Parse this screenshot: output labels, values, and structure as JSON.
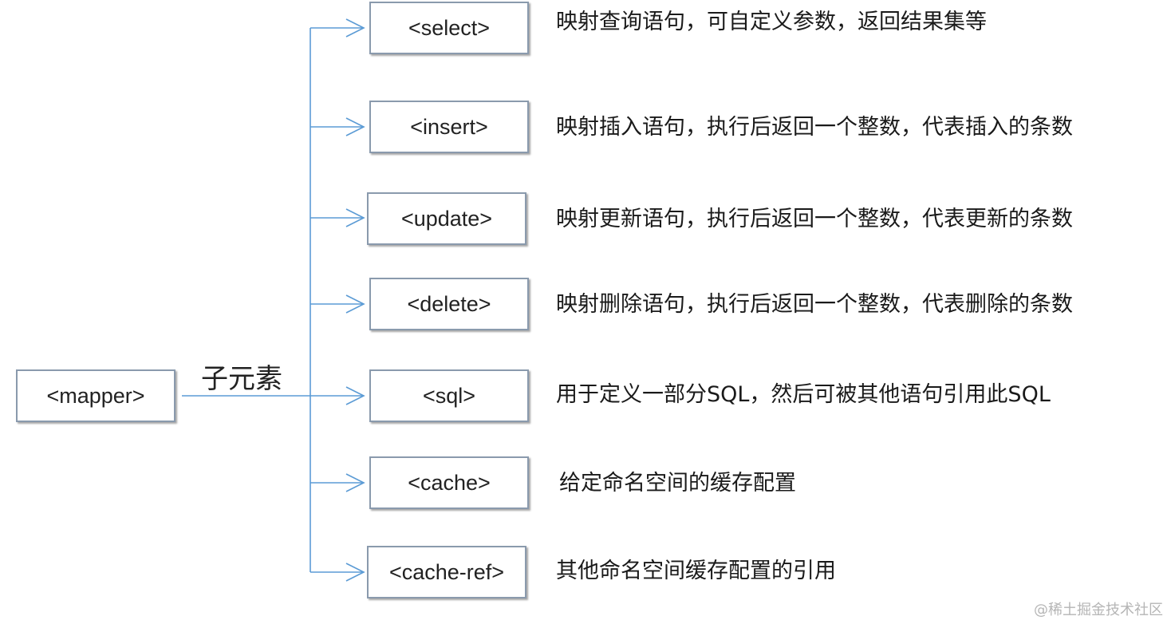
{
  "root": {
    "label": "<mapper>"
  },
  "edge_label": "子元素",
  "children": [
    {
      "tag": "<select>",
      "desc": "映射查询语句，可自定义参数，返回结果集等"
    },
    {
      "tag": "<insert>",
      "desc": "映射插入语句，执行后返回一个整数，代表插入的条数"
    },
    {
      "tag": "<update>",
      "desc": "映射更新语句，执行后返回一个整数，代表更新的条数"
    },
    {
      "tag": "<delete>",
      "desc": "映射删除语句，执行后返回一个整数，代表删除的条数"
    },
    {
      "tag": "<sql>",
      "desc": "用于定义一部分SQL，然后可被其他语句引用此SQL"
    },
    {
      "tag": "<cache>",
      "desc": "给定命名空间的缓存配置"
    },
    {
      "tag": "<cache-ref>",
      "desc": "其他命名空间缓存配置的引用"
    }
  ],
  "watermark": "@稀土掘金技术社区",
  "colors": {
    "connector": "#5b9bd5",
    "box_border": "#8a9aad"
  }
}
